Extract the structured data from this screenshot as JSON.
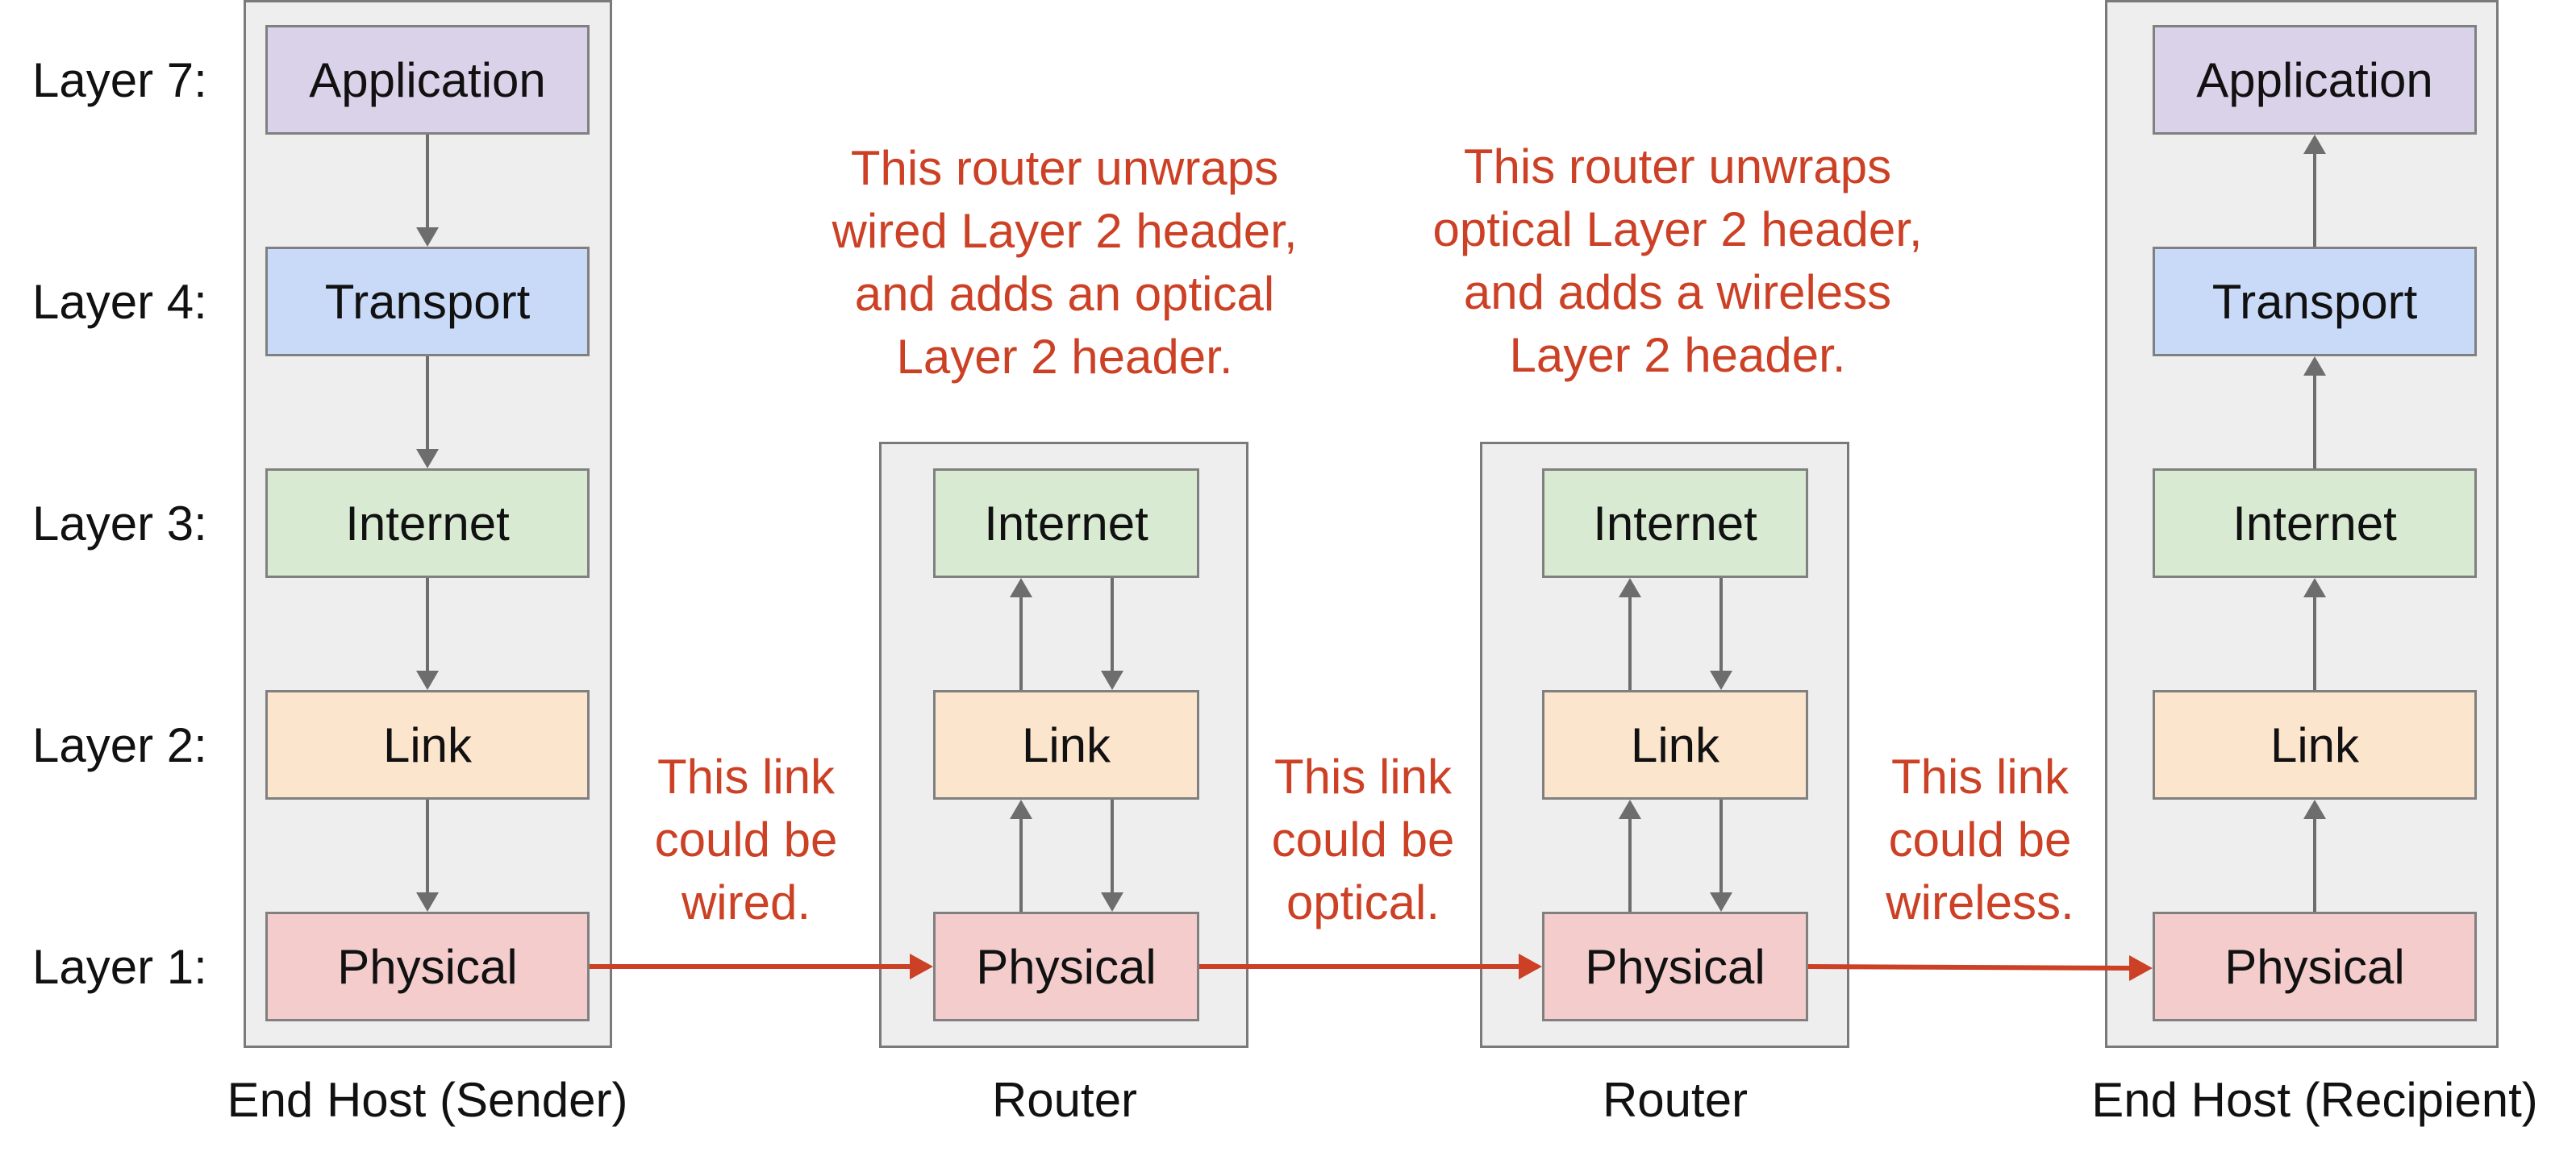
{
  "layer_labels": {
    "l7": "Layer 7:",
    "l4": "Layer 4:",
    "l3": "Layer 3:",
    "l2": "Layer 2:",
    "l1": "Layer 1:"
  },
  "sender": {
    "caption": "End Host (Sender)",
    "application": "Application",
    "transport": "Transport",
    "internet": "Internet",
    "link": "Link",
    "physical": "Physical"
  },
  "router1": {
    "caption": "Router",
    "internet": "Internet",
    "link": "Link",
    "physical": "Physical"
  },
  "router2": {
    "caption": "Router",
    "internet": "Internet",
    "link": "Link",
    "physical": "Physical"
  },
  "recipient": {
    "caption": "End Host (Recipient)",
    "application": "Application",
    "transport": "Transport",
    "internet": "Internet",
    "link": "Link",
    "physical": "Physical"
  },
  "notes": {
    "router1_line1": "This router unwraps",
    "router1_line2": "wired Layer 2 header,",
    "router1_line3": "and adds an optical",
    "router1_line4": "Layer 2 header.",
    "router2_line1": "This router unwraps",
    "router2_line2": "optical Layer 2 header,",
    "router2_line3": "and adds a wireless",
    "router2_line4": "Layer 2 header.",
    "link1_line1": "This link",
    "link1_line2": "could be",
    "link1_line3": "wired.",
    "link2_line1": "This link",
    "link2_line2": "could be",
    "link2_line3": "optical.",
    "link3_line1": "This link",
    "link3_line2": "could be",
    "link3_line3": "wireless."
  },
  "colors": {
    "annotation": "#cc4125",
    "application": "#d9d2e9",
    "transport": "#c9daf8",
    "internet": "#d9ead3",
    "link": "#fce5cd",
    "physical": "#f4cccc",
    "device_bg": "#eeeeee"
  }
}
